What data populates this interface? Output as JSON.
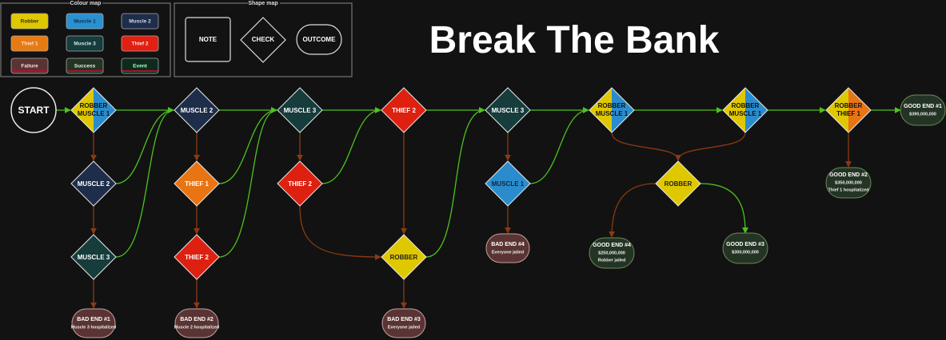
{
  "title": "Break The Bank",
  "colour_map": {
    "label": "Colour map",
    "items": [
      {
        "label": "Robber",
        "fill": "#e0c800",
        "text": "#3a3000"
      },
      {
        "label": "Muscle 1",
        "fill": "#2a90d0",
        "text": "#0d3050"
      },
      {
        "label": "Muscle 2",
        "fill": "#1e2e4a",
        "text": "#d0d8e8"
      },
      {
        "label": "Thief 1",
        "fill": "#e87a14",
        "text": "#ffe0c0"
      },
      {
        "label": "Muscle 3",
        "fill": "#163c3c",
        "text": "#d0e8e8"
      },
      {
        "label": "Thief 2",
        "fill": "#e02010",
        "text": "#ffe0e0"
      },
      {
        "label": "Failure",
        "fill": "#5a3434",
        "text": "#f0e0e0"
      },
      {
        "label": "Success",
        "fill": "#243424",
        "text": "#e0f0e0"
      },
      {
        "label": "Event",
        "fill": "#0e2a1a",
        "text": "#a0ffc0"
      }
    ]
  },
  "shape_map": {
    "label": "Shape map",
    "note": "NOTE",
    "check": "CHECK",
    "outcome": "OUTCOME"
  },
  "colors": {
    "success_edge": "#4ec21e",
    "failure_edge": "#8a3a12",
    "robber": "#e0c800",
    "muscle1": "#2a8ccc",
    "muscle2": "#1e2e4a",
    "muscle3": "#163c3c",
    "thief1": "#e87414",
    "thief2": "#dd2010"
  },
  "nodes": {
    "start": "START",
    "c1": [
      "ROBBER",
      "MUSCLE 1"
    ],
    "c2": "MUSCLE 2",
    "c3": "MUSCLE 3",
    "c4": "MUSCLE 2",
    "c5": "THIEF 1",
    "c6": "THIEF 2",
    "c7": "MUSCLE 3",
    "c8": "THIEF 2",
    "c9": "THIEF 2",
    "c10": "ROBBER",
    "c11": "MUSCLE 3",
    "c12": "MUSCLE 1",
    "c13": [
      "ROBBER",
      "MUSCLE 1"
    ],
    "c14": [
      "ROBBER",
      "MUSCLE 1"
    ],
    "c15": "ROBBER",
    "c16": [
      "ROBBER",
      "THIEF 1"
    ]
  },
  "outcomes": {
    "bad1": {
      "title": "BAD END #1",
      "lines": [
        "Muscle 3 hospitalized"
      ]
    },
    "bad2": {
      "title": "BAD END #2",
      "lines": [
        "Muscle 2 hospitalized"
      ]
    },
    "bad3": {
      "title": "BAD END #3",
      "lines": [
        "Everyone jailed"
      ]
    },
    "bad4": {
      "title": "BAD END #4",
      "lines": [
        "Everyone jailed"
      ]
    },
    "good1": {
      "title": "GOOD END #1",
      "lines": [
        "$390,000,000"
      ]
    },
    "good2": {
      "title": "GOOD END #2",
      "lines": [
        "$350,000,000",
        "Thief 1 hospitalized"
      ]
    },
    "good3": {
      "title": "GOOD END #3",
      "lines": [
        "$300,000,000"
      ]
    },
    "good4": {
      "title": "GOOD END #4",
      "lines": [
        "$250,000,000",
        "Robber jailed"
      ]
    }
  }
}
